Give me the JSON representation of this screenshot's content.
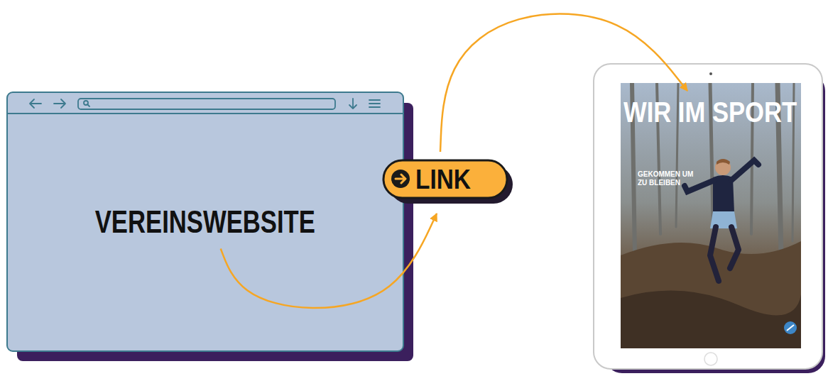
{
  "diagram": {
    "nodes": [
      {
        "text": [
          "VEREINSWEBSITE"
        ]
      },
      {
        "text": [
          "LINK"
        ]
      },
      {
        "text": [
          "WIR IM SPORT",
          "GEKOMMEN UM ZU BLEIBEN"
        ]
      }
    ],
    "edges": [
      {
        "from": 0,
        "to": 1,
        "arrow": "to"
      },
      {
        "from": 1,
        "to": 2,
        "arrow": "to"
      }
    ]
  }
}
